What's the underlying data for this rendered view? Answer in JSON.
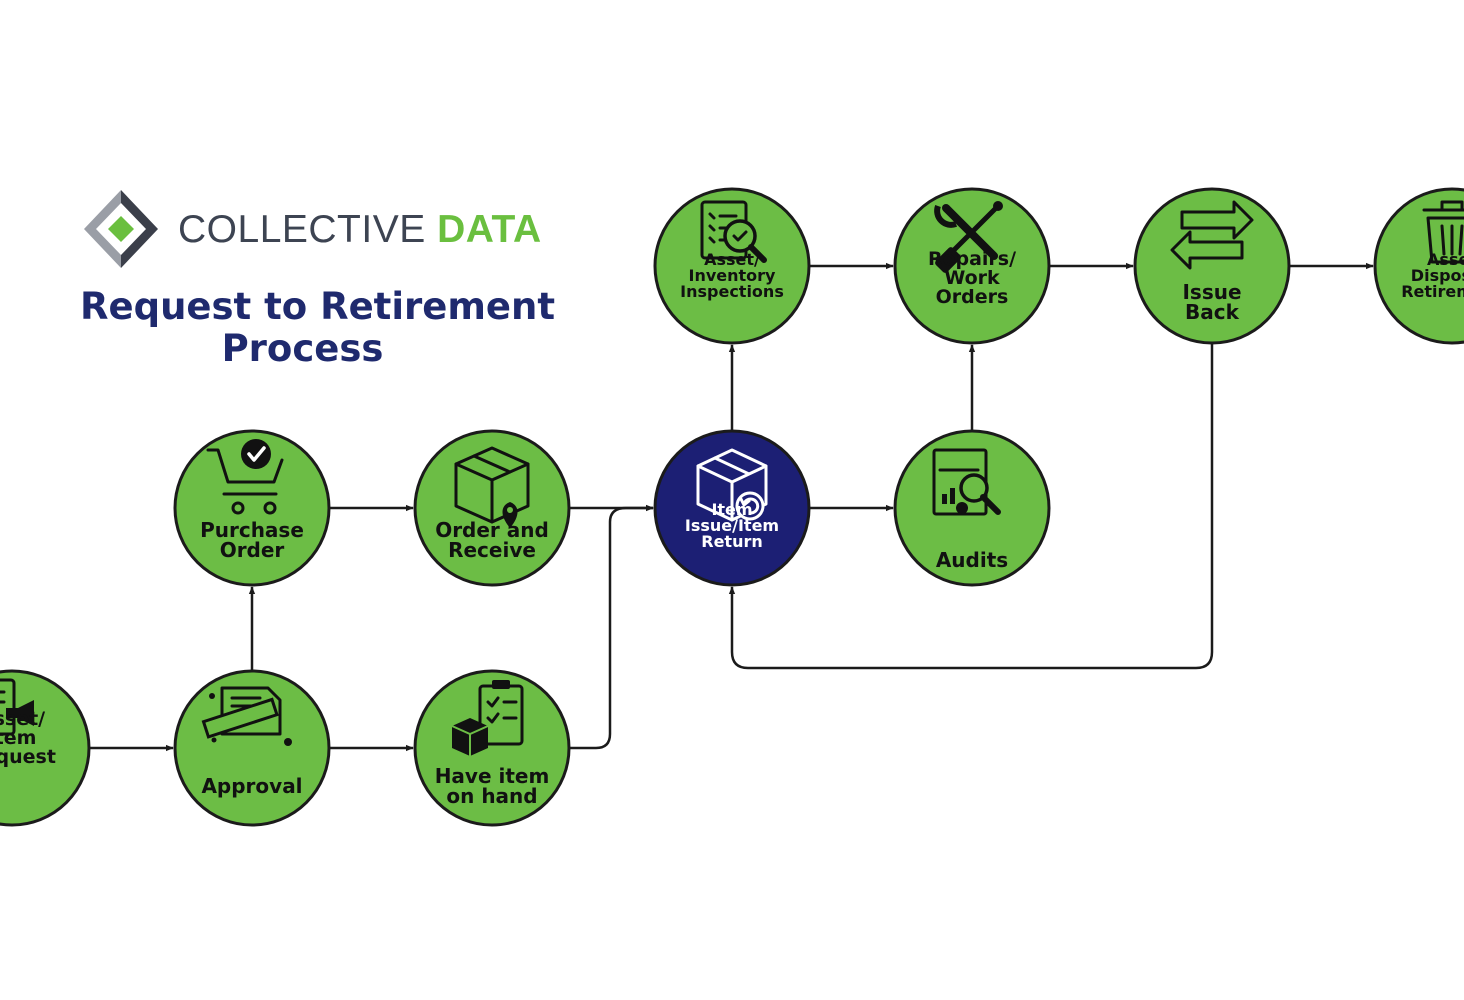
{
  "brand": {
    "name_part1": "COLLECTIVE",
    "name_part2": "DATA",
    "gray": "#3d4452",
    "green": "#6abf3f",
    "logo_dark": "#3b3f4a",
    "logo_gray": "#9a9ea6"
  },
  "title": {
    "line1": "Request to Retirement",
    "line2": "Process",
    "color": "#1f2a6e"
  },
  "colors": {
    "node_fill": "#6cbd45",
    "node_stroke": "#1b1b1b",
    "node_dark": "#1c1f74",
    "arrow": "#1b1b1b",
    "icon": "#111111",
    "icon_inverse": "#ffffff"
  },
  "nodes": [
    {
      "id": "asset-item-request",
      "lines": [
        "Asset/",
        "Item",
        "Request"
      ],
      "icon": "request-form-icon"
    },
    {
      "id": "approval",
      "lines": [
        "Approval"
      ],
      "icon": "approved-stamp-icon"
    },
    {
      "id": "purchase-order",
      "lines": [
        "Purchase",
        "Order"
      ],
      "icon": "shopping-cart-check-icon"
    },
    {
      "id": "order-and-receive",
      "lines": [
        "Order and",
        "Receive"
      ],
      "icon": "package-location-icon"
    },
    {
      "id": "have-item-on-hand",
      "lines": [
        "Have item",
        "on hand"
      ],
      "icon": "clipboard-box-icon"
    },
    {
      "id": "item-issue-return",
      "lines": [
        "Item",
        "Issue/Item",
        "Return"
      ],
      "icon": "box-return-icon"
    },
    {
      "id": "asset-inventory-inspections",
      "lines": [
        "Asset/",
        "Inventory",
        "Inspections"
      ],
      "icon": "checklist-magnifier-icon"
    },
    {
      "id": "repairs-work-orders",
      "lines": [
        "Repairs/",
        "Work",
        "Orders"
      ],
      "icon": "wrench-screwdriver-icon"
    },
    {
      "id": "audits",
      "lines": [
        "Audits"
      ],
      "icon": "audit-report-icon"
    },
    {
      "id": "issue-back",
      "lines": [
        "Issue",
        "Back"
      ],
      "icon": "swap-arrows-icon"
    },
    {
      "id": "asset-disposal-retirement",
      "lines": [
        "Asset",
        "Disposal/",
        "Retirement"
      ],
      "icon": "trash-bin-icon"
    }
  ]
}
